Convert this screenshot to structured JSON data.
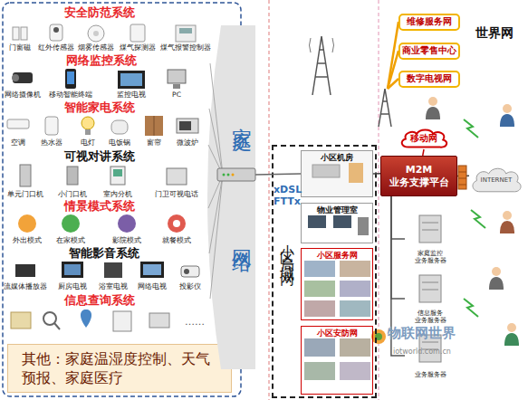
{
  "diagram": {
    "nodes": [
      {
        "text": [
          "其他：家庭温湿度控制、天气预报、家庭医疗"
        ]
      },
      {
        "text": [
          "家庭",
          "网络"
        ]
      },
      {
        "text": [
          "小区局域网"
        ]
      },
      {
        "text": [
          "小区机房"
        ],
        "in": 2
      },
      {
        "text": [
          "物业管理室"
        ],
        "in": 2
      },
      {
        "text": [
          "小区服务网"
        ],
        "in": 2
      },
      {
        "text": [
          "小区安防网"
        ],
        "in": 2
      },
      {
        "text": [
          "移动网"
        ]
      },
      {
        "text": [
          "M2M 业务支撑平台"
        ]
      },
      {
        "text": [
          "维修服务网"
        ]
      },
      {
        "text": [
          "商业零售中心"
        ]
      },
      {
        "text": [
          "数字电视网"
        ]
      },
      {
        "text": [
          "INTERNET"
        ]
      },
      {
        "text": [
          "家庭监控 业务服务器"
        ]
      },
      {
        "text": [
          "信息服务 业务服务器"
        ]
      },
      {
        "text": [
          "业务服务器"
        ]
      }
    ],
    "edges": [
      {
        "from": 1,
        "to": 3,
        "arrow": "none"
      },
      {
        "from": 3,
        "to": 8,
        "arrow": "none"
      },
      {
        "from": 7,
        "to": 8,
        "arrow": "none"
      },
      {
        "from": 8,
        "to": 12,
        "arrow": "none"
      },
      {
        "from": 8,
        "to": 13,
        "arrow": "none"
      },
      {
        "from": 8,
        "to": 14,
        "arrow": "none"
      },
      {
        "from": 8,
        "to": 15,
        "arrow": "none"
      }
    ],
    "labels": [
      "安全防范系统",
      "门窗磁",
      "红外传感器",
      "烟雾传感器",
      "煤气探测器",
      "煤气报警控制器",
      "网络监控系统",
      "网络摄像机",
      "移动智能终端",
      "监控电视",
      "PC",
      "智能家电系统",
      "空调",
      "热水器",
      "电灯",
      "电饭锅",
      "窗帘",
      "微波炉",
      "可视对讲系统",
      "单元门口机",
      "小门口机",
      "室内分机",
      "门卫可视电话",
      "情景模式系统",
      "外出模式",
      "在家模式",
      "影院模式",
      "就餐模式",
      "智能影音系统",
      "流媒体播放器",
      "厨房电视",
      "浴室电视",
      "网络电视",
      "投影仪",
      "信息查询系统",
      "……",
      "xDSL FTTx",
      "世界网",
      "物联网世界",
      "iotworld.com.cn"
    ]
  }
}
